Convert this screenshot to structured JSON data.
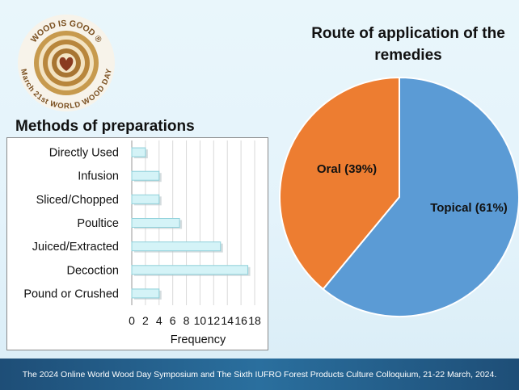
{
  "logo": {
    "ring_text": "WOOD IS GOOD ®",
    "bottom_text": "March 21st WORLD WOOD DAY",
    "icon": "heart-wood-rings-icon"
  },
  "bar_chart_title": "Methods of preparations",
  "pie_chart_title": "Route of application of the remedies",
  "footer_text": "The 2024 Online World Wood Day Symposium and The Sixth IUFRO Forest Products Culture Colloquium, 21-22 March, 2024.",
  "colors": {
    "bar_fill": "#d4f3f7",
    "bar_stroke": "#8fd0da",
    "pie_topical": "#5b9bd5",
    "pie_oral": "#ed7d31",
    "footer": "#1e4e77"
  },
  "chart_data": [
    {
      "type": "bar",
      "orientation": "horizontal",
      "title": "Methods of preparations",
      "categories": [
        "Directly Used",
        "Infusion",
        "Sliced/Chopped",
        "Poultice",
        "Juiced/Extracted",
        "Decoction",
        "Pound or Crushed"
      ],
      "values": [
        2,
        4,
        4,
        7,
        13,
        17,
        4
      ],
      "xlabel": "Frequency",
      "ylabel": "",
      "xlim": [
        0,
        18
      ],
      "xticks": [
        "0",
        "2",
        "4",
        "6",
        "8",
        "10",
        "12",
        "14",
        "16",
        "18"
      ],
      "grid": true
    },
    {
      "type": "pie",
      "title": "Route of application of the remedies",
      "slices": [
        {
          "label": "Topical (61%)",
          "value": 61,
          "color": "#5b9bd5"
        },
        {
          "label": "Oral (39%)",
          "value": 39,
          "color": "#ed7d31"
        }
      ]
    }
  ]
}
